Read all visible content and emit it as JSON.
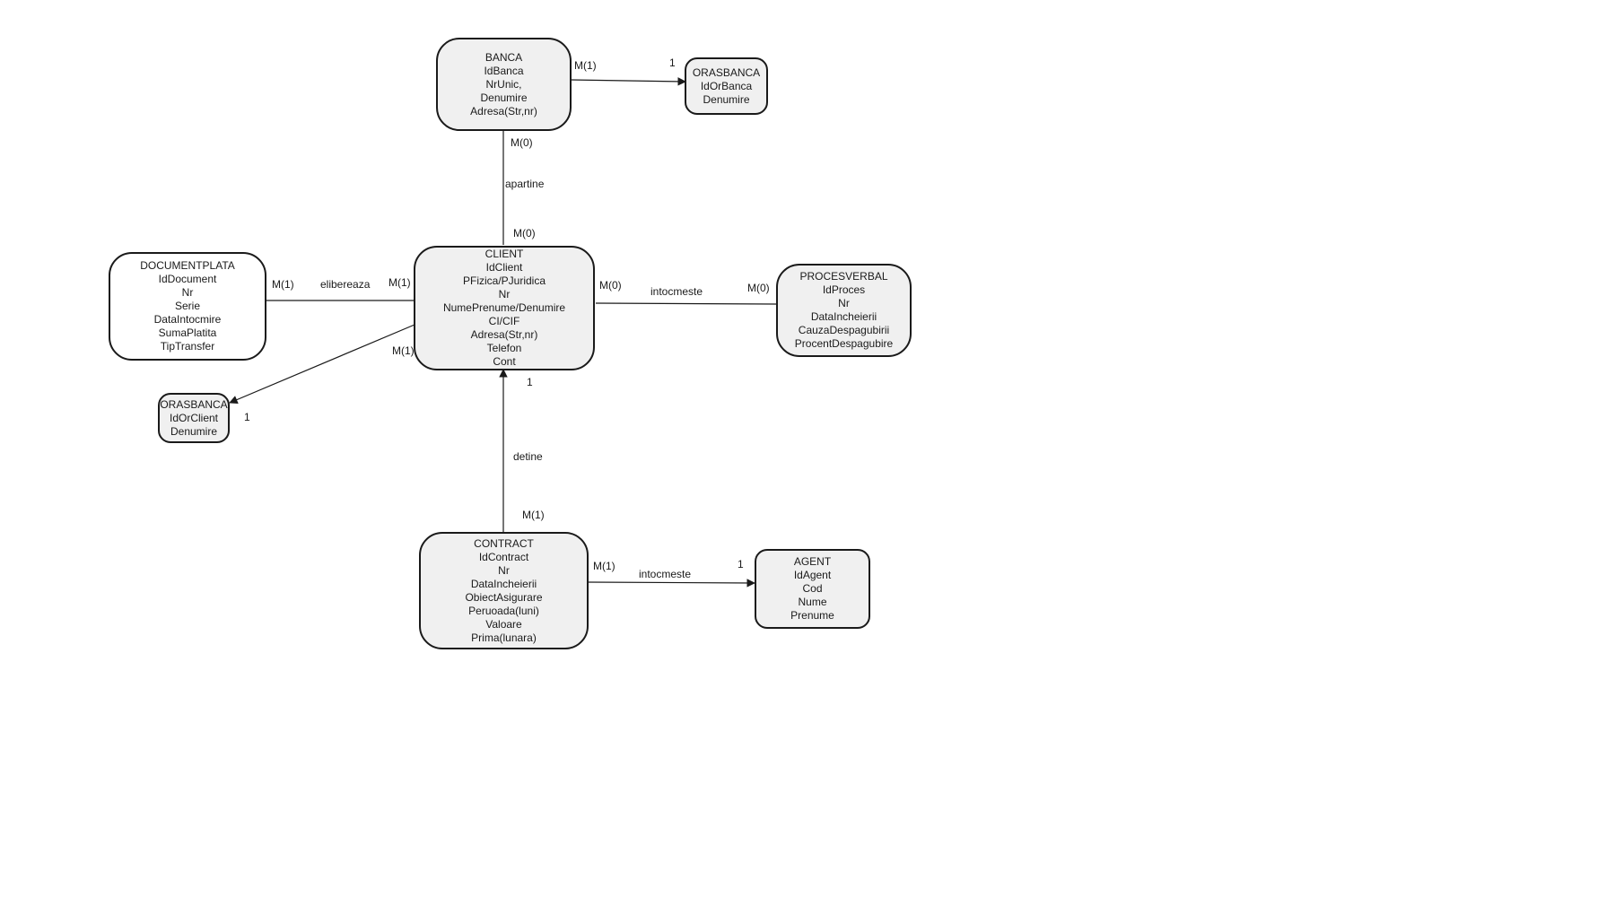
{
  "entities": {
    "banca": [
      "BANCA",
      "IdBanca",
      "NrUnic,",
      "Denumire",
      "Adresa(Str,nr)"
    ],
    "orasbanca_banca": [
      "ORASBANCA",
      "IdOrBanca",
      "Denumire"
    ],
    "documentplata": [
      "DOCUMENTPLATA",
      "IdDocument",
      "Nr",
      "Serie",
      "DataIntocmire",
      "SumaPlatita",
      "TipTransfer"
    ],
    "client": [
      "CLIENT",
      "IdClient",
      "PFizica/PJuridica",
      "Nr",
      "NumePrenume/Denumire",
      "CI/CIF",
      "Adresa(Str,nr)",
      "Telefon",
      "Cont"
    ],
    "procesverbal": [
      "PROCESVERBAL",
      "IdProces",
      "Nr",
      "DataIncheierii",
      "CauzaDespagubirii",
      "ProcentDespagubire"
    ],
    "orasbanca_client": [
      "ORASBANCA",
      "IdOrClient",
      "Denumire"
    ],
    "contract": [
      "CONTRACT",
      "IdContract",
      "Nr",
      "DataIncheierii",
      "ObiectAsigurare",
      "Peruoada(luni)",
      "Valoare",
      "Prima(lunara)"
    ],
    "agent": [
      "AGENT",
      "IdAgent",
      "Cod",
      "Nume",
      "Prenume"
    ]
  },
  "relationships": {
    "banca_orasbanca": {
      "card_from": "M(1)",
      "card_to": "1"
    },
    "banca_client": {
      "name": "apartine",
      "card_from": "M(0)",
      "card_to": "M(0)"
    },
    "document_client": {
      "name": "elibereaza",
      "card_from": "M(1)",
      "card_to": "M(1)"
    },
    "client_procesverbal": {
      "name": "intocmeste",
      "card_from": "M(0)",
      "card_to": "M(0)"
    },
    "client_orasbanca": {
      "card_from": "M(1)",
      "card_to": "1"
    },
    "contract_client": {
      "name": "detine",
      "card_from": "M(1)",
      "card_to": "1"
    },
    "contract_agent": {
      "name": "intocmeste",
      "card_from": "M(1)",
      "card_to": "1"
    }
  },
  "colors": {
    "stroke": "#1a1a1a",
    "fill": "#f0f0f0",
    "background": "#ffffff"
  }
}
